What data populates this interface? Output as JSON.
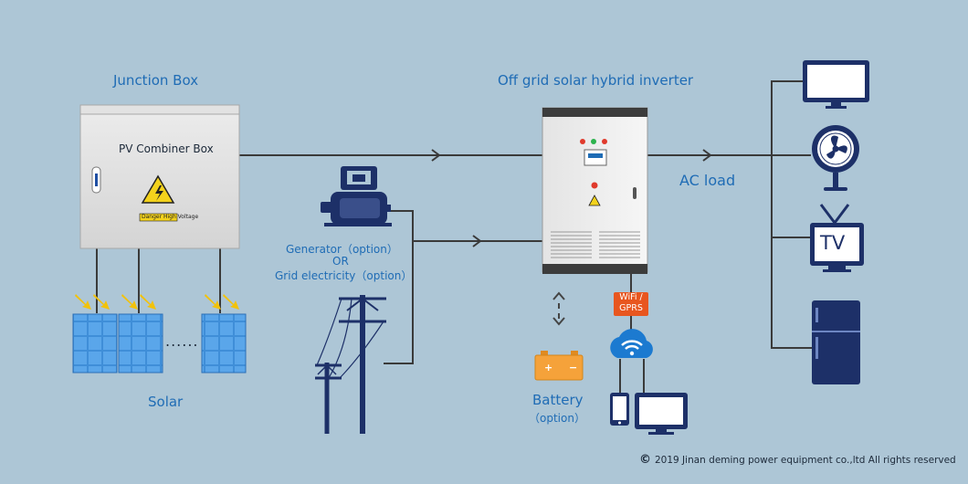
{
  "labels": {
    "junction_box": "Junction Box",
    "pv_combiner": "PV Combiner Box",
    "danger": "Danger High Voltage",
    "solar": "Solar",
    "dots": "......",
    "inverter": "Off grid solar hybrid inverter",
    "ac_load": "AC load",
    "generator": "Generator（option）",
    "or": "OR",
    "grid": "Grid electricity（option）",
    "battery": "Battery",
    "battery_option": "（option）",
    "wifi_gprs_line1": "WiFi /",
    "wifi_gprs_line2": "GPRS",
    "tv": "TV",
    "copyright_symbol": "©",
    "copyright": "2019 Jinan deming power equipment co.,ltd All rights reserved"
  },
  "colors": {
    "background": "#adc6d6",
    "label_blue": "#1f6cb5",
    "navy_icon": "#1d3068",
    "line": "#3a3a3a",
    "solar_panel": "#3f8ed8",
    "orange_tag": "#e8561f",
    "battery": "#f5a23a",
    "warning_yellow": "#f3d21c"
  },
  "icons": [
    "lightning-warning-icon",
    "sun-ray-arrow-icon",
    "generator-icon",
    "power-pole-icon",
    "monitor-icon",
    "fan-icon",
    "tv-icon",
    "refrigerator-icon",
    "battery-icon",
    "wifi-cloud-icon",
    "phone-icon",
    "computer-icon"
  ]
}
